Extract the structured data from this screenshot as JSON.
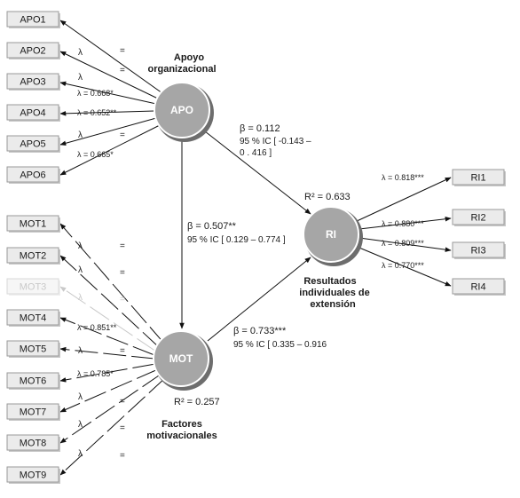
{
  "apo_indicators": [
    "APO1",
    "APO2",
    "APO3",
    "APO4",
    "APO5",
    "APO6"
  ],
  "mot_indicators": [
    "MOT1",
    "MOT2",
    "MOT3",
    "MOT4",
    "MOT5",
    "MOT6",
    "MOT7",
    "MOT8",
    "MOT9"
  ],
  "ri_indicators": [
    "RI1",
    "RI2",
    "RI3",
    "RI4"
  ],
  "latent": {
    "apo": "APO",
    "mot": "MOT",
    "ri": "RI"
  },
  "titles": {
    "apo_line1": "Apoyo",
    "apo_line2": "organizacional",
    "mot_line1": "Factores",
    "mot_line2": "motivacionales",
    "ri_line1": "Resultados",
    "ri_line2": "individuales de",
    "ri_line3": "extensión"
  },
  "apo_loadings": {
    "apo2_lambda": "λ",
    "apo2_eq": "=",
    "apo3_lambda": "λ",
    "apo3_val": "λ = 0.668*",
    "apo4_val": "λ = 0.652**",
    "apo5_lambda": "λ",
    "apo5_eq": "=",
    "apo6_val": "λ = 0.665*",
    "apo1_eq": "="
  },
  "mot_loadings": {
    "mot1_lambda": "λ",
    "mot1_eq": "=",
    "mot2_lambda": "λ",
    "mot2_eq": "=",
    "mot3_lambda": "λ",
    "mot3_eq": "=",
    "mot4_val": "λ = 0.851**",
    "mot5_lambda": "λ",
    "mot5_eq": "=",
    "mot6_val": "λ = 0.785*",
    "mot7_lambda": "λ",
    "mot7_eq": "=",
    "mot8_lambda": "λ",
    "mot8_eq": "=",
    "mot9_lambda": "λ",
    "mot9_eq": "="
  },
  "ri_loadings": [
    "λ = 0.818***",
    "λ = 0.880***",
    "λ = 0.809***",
    "λ = 0.770***"
  ],
  "paths": {
    "apo_ri_beta": "β = 0.112",
    "apo_ri_ci1": "95 %  IC  [  -0.143  –",
    "apo_ri_ci2": "0 . 416 ]",
    "apo_mot_beta": "β = 0.507**",
    "apo_mot_ci": "95 % IC [ 0.129 – 0.774 ]",
    "mot_ri_beta": "β = 0.733***",
    "mot_ri_ci": "95 % IC [ 0.335 – 0.916"
  },
  "r2": {
    "ri": "R² = 0.633",
    "mot": "R² = 0.257"
  }
}
